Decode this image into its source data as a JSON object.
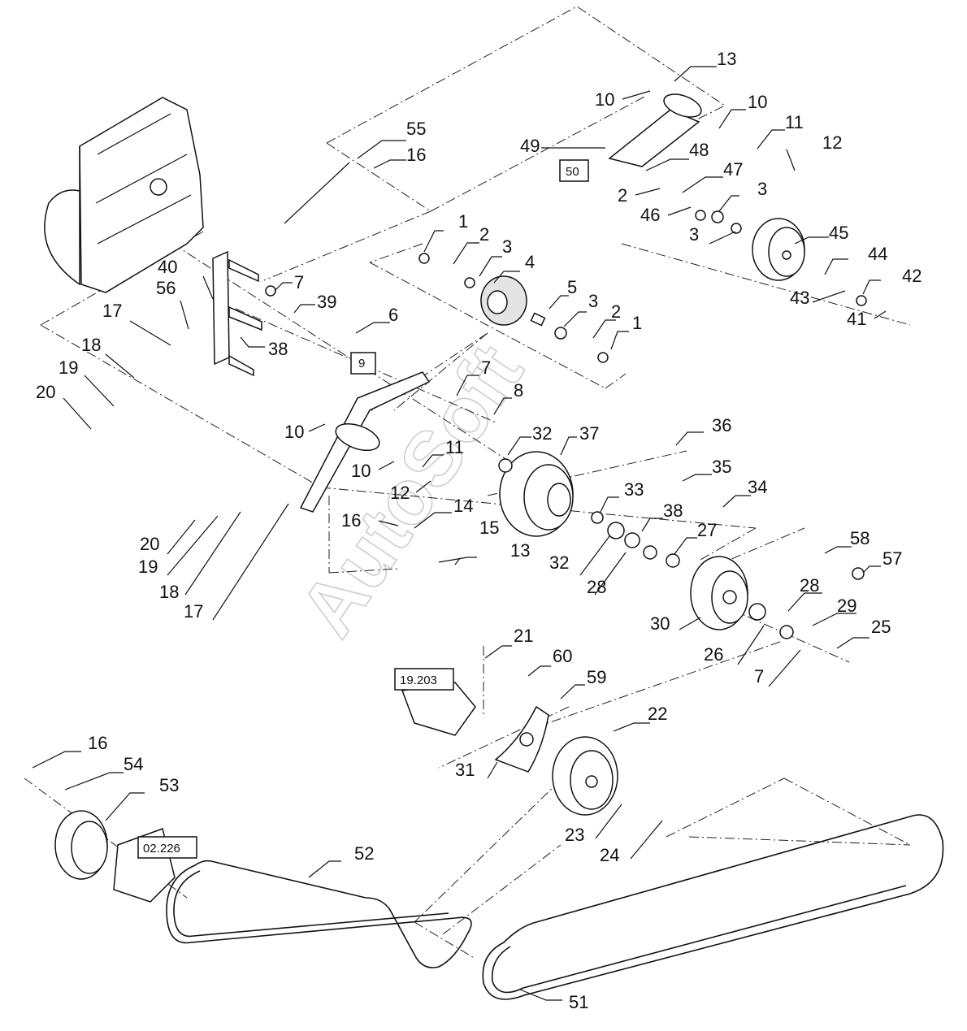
{
  "watermark": "AutoSoft",
  "reference_boxes": [
    {
      "id": "ref-50",
      "text": "50"
    },
    {
      "id": "ref-9",
      "text": "9"
    },
    {
      "id": "ref-19203",
      "text": "19.203"
    },
    {
      "id": "ref-02226",
      "text": "02.226"
    }
  ],
  "callouts": [
    {
      "n": "13"
    },
    {
      "n": "10"
    },
    {
      "n": "10"
    },
    {
      "n": "11"
    },
    {
      "n": "12"
    },
    {
      "n": "49"
    },
    {
      "n": "48"
    },
    {
      "n": "47"
    },
    {
      "n": "2"
    },
    {
      "n": "46"
    },
    {
      "n": "3"
    },
    {
      "n": "3"
    },
    {
      "n": "45"
    },
    {
      "n": "44"
    },
    {
      "n": "42"
    },
    {
      "n": "43"
    },
    {
      "n": "41"
    },
    {
      "n": "55"
    },
    {
      "n": "16"
    },
    {
      "n": "1"
    },
    {
      "n": "2"
    },
    {
      "n": "3"
    },
    {
      "n": "4"
    },
    {
      "n": "5"
    },
    {
      "n": "3"
    },
    {
      "n": "2"
    },
    {
      "n": "1"
    },
    {
      "n": "40"
    },
    {
      "n": "7"
    },
    {
      "n": "56"
    },
    {
      "n": "39"
    },
    {
      "n": "17"
    },
    {
      "n": "6"
    },
    {
      "n": "38"
    },
    {
      "n": "18"
    },
    {
      "n": "19"
    },
    {
      "n": "7"
    },
    {
      "n": "20"
    },
    {
      "n": "8"
    },
    {
      "n": "36"
    },
    {
      "n": "10"
    },
    {
      "n": "32"
    },
    {
      "n": "37"
    },
    {
      "n": "11"
    },
    {
      "n": "35"
    },
    {
      "n": "10"
    },
    {
      "n": "12"
    },
    {
      "n": "34"
    },
    {
      "n": "33"
    },
    {
      "n": "14"
    },
    {
      "n": "38"
    },
    {
      "n": "16"
    },
    {
      "n": "27"
    },
    {
      "n": "15"
    },
    {
      "n": "20"
    },
    {
      "n": "58"
    },
    {
      "n": "13"
    },
    {
      "n": "57"
    },
    {
      "n": "19"
    },
    {
      "n": "32"
    },
    {
      "n": "28"
    },
    {
      "n": "18"
    },
    {
      "n": "28"
    },
    {
      "n": "17"
    },
    {
      "n": "29"
    },
    {
      "n": "30"
    },
    {
      "n": "25"
    },
    {
      "n": "26"
    },
    {
      "n": "7"
    },
    {
      "n": "21"
    },
    {
      "n": "60"
    },
    {
      "n": "59"
    },
    {
      "n": "22"
    },
    {
      "n": "16"
    },
    {
      "n": "54"
    },
    {
      "n": "31"
    },
    {
      "n": "53"
    },
    {
      "n": "23"
    },
    {
      "n": "24"
    },
    {
      "n": "52"
    },
    {
      "n": "51"
    }
  ]
}
